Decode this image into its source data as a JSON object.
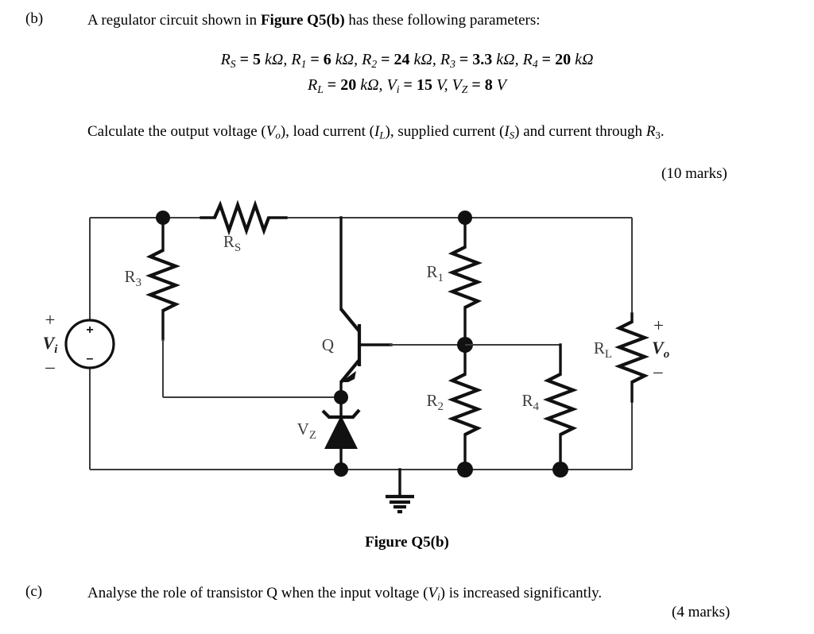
{
  "part_b": {
    "label": "(b)",
    "intro_pre": "A regulator circuit shown in ",
    "intro_bold": "Figure Q5(b)",
    "intro_post": " has these following parameters:",
    "formula_line_1": "R_S = 5 kΩ, R_1 = 6 kΩ, R_2 = 24 kΩ, R_3 = 3.3 kΩ, R_4 = 20 kΩ",
    "formula_line_2": "R_L = 20 kΩ, V_i = 15 V, V_Z = 8 V",
    "task_line_1": "Calculate the output voltage (Vo), load current (IL), supplied current (IS) and current",
    "task_line_2": "through R3.",
    "marks": "(10 marks)"
  },
  "parameters": {
    "Rs": {
      "symbol": "R",
      "sub": "S",
      "value": "5",
      "unit": "kΩ"
    },
    "R1": {
      "symbol": "R",
      "sub": "1",
      "value": "6",
      "unit": "kΩ"
    },
    "R2": {
      "symbol": "R",
      "sub": "2",
      "value": "24",
      "unit": "kΩ"
    },
    "R3": {
      "symbol": "R",
      "sub": "3",
      "value": "3.3",
      "unit": "kΩ"
    },
    "R4": {
      "symbol": "R",
      "sub": "4",
      "value": "20",
      "unit": "kΩ"
    },
    "RL": {
      "symbol": "R",
      "sub": "L",
      "value": "20",
      "unit": "kΩ"
    },
    "Vi": {
      "symbol": "V",
      "sub": "i",
      "value": "15",
      "unit": "V"
    },
    "Vz": {
      "symbol": "V",
      "sub": "Z",
      "value": "8",
      "unit": "V"
    }
  },
  "figure": {
    "caption": "Figure Q5(b)",
    "components": {
      "source_label": "V",
      "source_sub": "i",
      "source_plus": "+",
      "source_minus": "−",
      "source_inner_plus": "+",
      "source_inner_minus": "−",
      "rs_label": "R",
      "rs_sub": "S",
      "r1_label": "R",
      "r1_sub": "1",
      "r2_label": "R",
      "r2_sub": "2",
      "r3_label": "R",
      "r3_sub": "3",
      "r4_label": "R",
      "r4_sub": "4",
      "rl_label": "R",
      "rl_sub": "L",
      "vo_label": "V",
      "vo_sub": "o",
      "vo_plus": "+",
      "vo_minus": "−",
      "transistor_label": "Q",
      "zener_label": "V",
      "zener_sub": "Z"
    }
  },
  "part_c": {
    "label": "(c)",
    "text": "Analyse the role of transistor Q when the input voltage (Vi) is increased significantly.",
    "marks": "(4 marks)"
  }
}
